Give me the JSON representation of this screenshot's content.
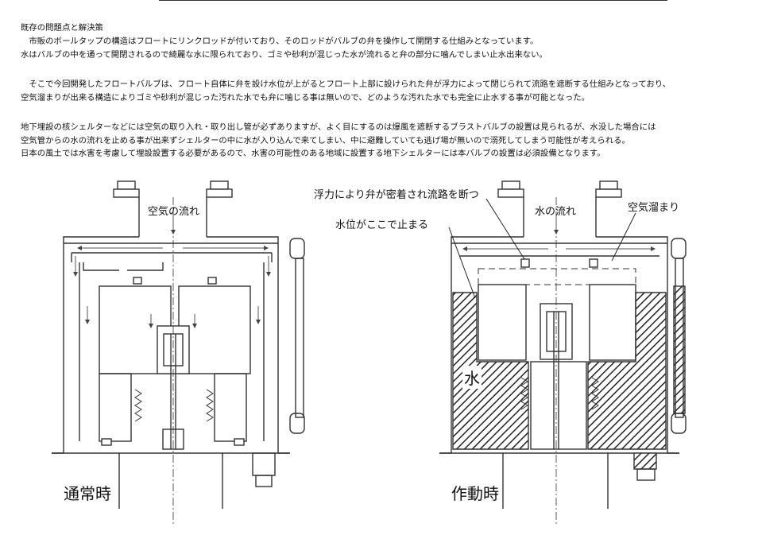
{
  "heading": "既存の問題点と解決策",
  "paragraphs": [
    [
      "　市販のボールタップの構造はフロートにリンクロッドが付いており、そのロッドがバルブの弁を操作して開閉する仕組みとなっています。",
      "水はバルブの中を通って開閉されるので綺麗な水に限られており、ゴミや砂利が混じった水が流れると弁の部分に噛んでしまい止水出来ない。"
    ],
    [
      "　そこで今回開発したフロートバルブは、フロート自体に弁を設け水位が上がるとフロート上部に設けられた弁が浮力によって閉じられて流路を遮断する仕組みとなっており、",
      "空気溜まりが出来る構造によりゴミや砂利が混じった汚れた水でも弁に噛じる事は無いので、どのような汚れた水でも完全に止水する事が可能となった。"
    ],
    [
      "地下埋設の核シェルターなどには空気の取り入れ・取り出し管が必ずありますが、よく目にするのは爆風を遮断するブラストバルブの設置は見られるが、水没した場合には",
      "空気管からの水の流れを止める事が出来ずシェルターの中に水が入り込んで来てしまい、中に避難していても逃げ場が無いので溺死してしまう可能性が考えられる。",
      "日本の風土では水害を考慮して埋設設置する必要があるので、水害の可能性のある地域に設置する地下シェルターには本バルブの設置は必須設備となります。"
    ]
  ],
  "diagram_left": {
    "air_flow_label": "空気の流れ",
    "state_label": "通常時"
  },
  "diagram_right": {
    "valve_label": "浮力により弁が密着され流路を断つ",
    "water_flow_label": "水の流れ",
    "air_pocket_label": "空気溜まり",
    "water_level_label": "水位がここで止まる",
    "water_label": "水",
    "state_label": "作動時"
  }
}
